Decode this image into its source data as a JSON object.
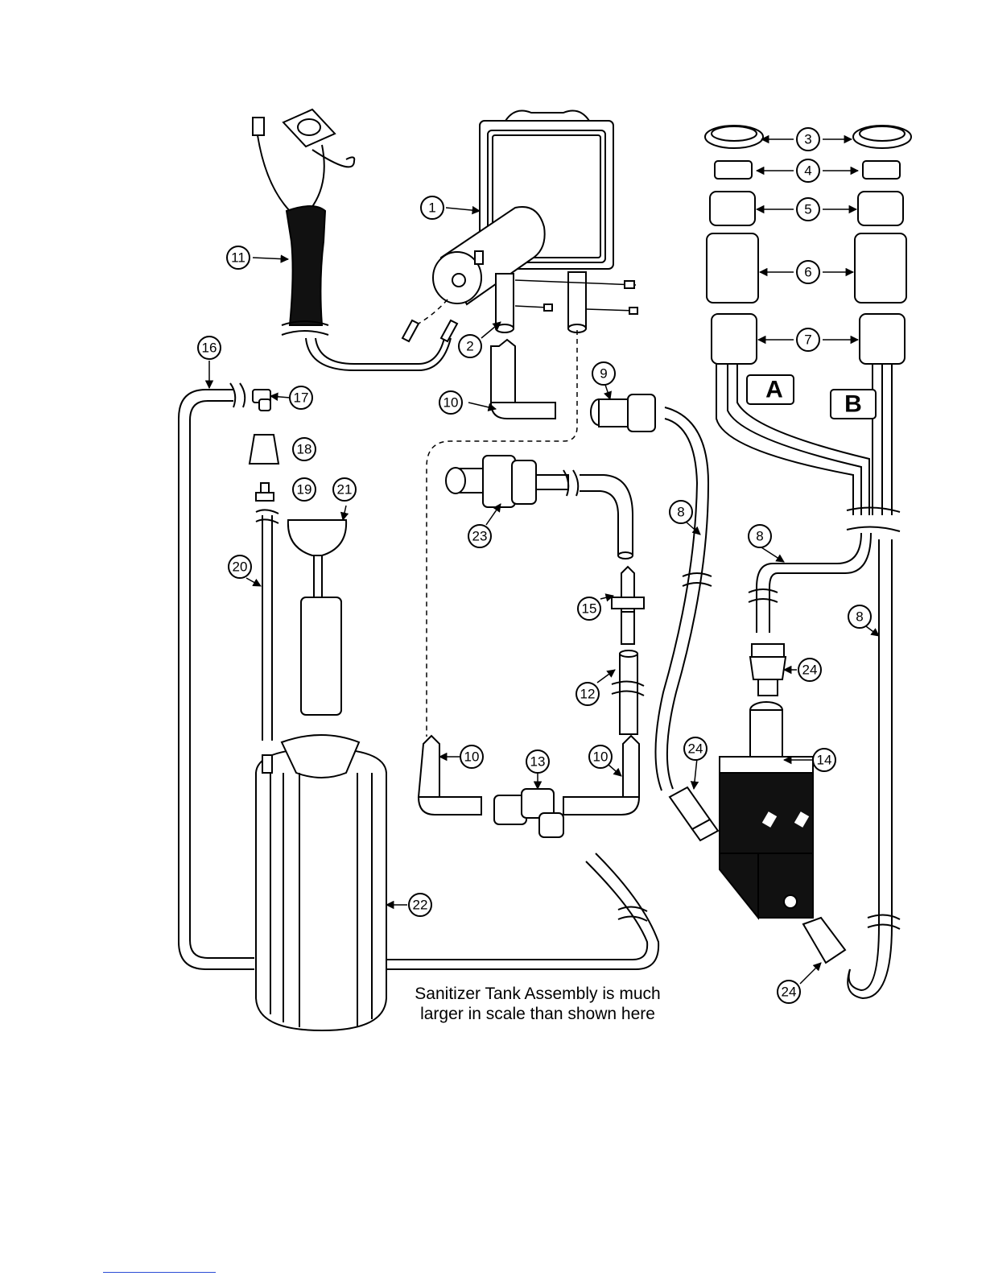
{
  "diagram": {
    "callouts": [
      "1",
      "2",
      "3",
      "4",
      "5",
      "6",
      "7",
      "8",
      "9",
      "10",
      "11",
      "12",
      "13",
      "14",
      "15",
      "16",
      "17",
      "18",
      "19",
      "20",
      "21",
      "22",
      "23",
      "24"
    ],
    "connector_labels": {
      "a": "A",
      "b": "B"
    },
    "note": {
      "line1": "Sanitizer Tank Assembly is much",
      "line2": "larger in scale than shown here"
    }
  }
}
